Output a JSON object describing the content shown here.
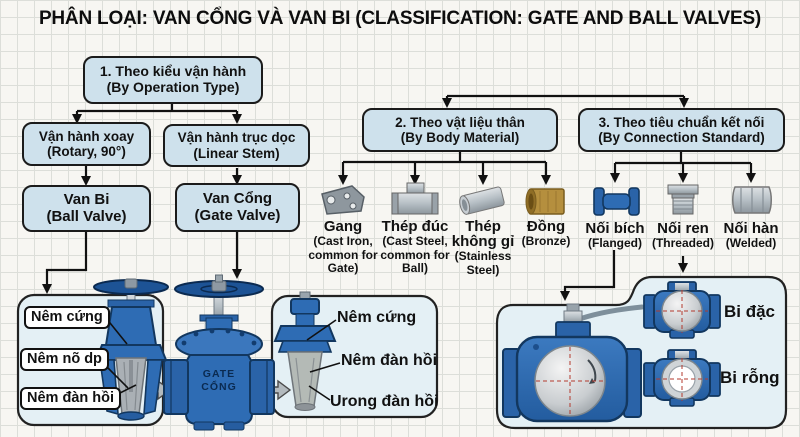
{
  "title": "PHÂN LOẠI: VAN CỔNG VÀ VAN BI (CLASSIFICATION: GATE AND BALL VALVES)",
  "flow": {
    "operation": {
      "vi": "1. Theo kiểu vận hành",
      "en": "(By Operation Type)"
    },
    "rotary": {
      "vi": "Vận hành xoay",
      "en": "(Rotary, 90°)"
    },
    "linear": {
      "vi": "Vận hành trục dọc",
      "en": "(Linear Stem)"
    },
    "ball_valve": {
      "vi": "Van Bi",
      "en": "(Ball Valve)"
    },
    "gate_valve": {
      "vi": "Van Cổng",
      "en": "(Gate Valve)"
    },
    "material": {
      "vi": "2. Theo vật liệu thân",
      "en": "(By Body Material)"
    },
    "connection": {
      "vi": "3. Theo tiêu chuẩn kết nối",
      "en": "(By Connection Standard)"
    }
  },
  "materials": [
    {
      "name": "Gang",
      "desc": "(Cast Iron, common for Gate)",
      "icon": "cast-iron-part-icon"
    },
    {
      "name": "Thép đúc",
      "desc": "(Cast Steel, common for Ball)",
      "icon": "cast-steel-tee-icon"
    },
    {
      "name": "Thép không gỉ",
      "desc": "(Stainless Steel)",
      "icon": "stainless-steel-pipe-icon"
    },
    {
      "name": "Đồng",
      "desc": "(Bronze)",
      "icon": "bronze-bushing-icon"
    }
  ],
  "connections": [
    {
      "name": "Nối bích",
      "desc": "(Flanged)",
      "icon": "flanged-spool-icon"
    },
    {
      "name": "Nối ren",
      "desc": "(Threaded)",
      "icon": "threaded-fitting-icon"
    },
    {
      "name": "Nối hàn",
      "desc": "(Welded)",
      "icon": "welded-fitting-icon"
    }
  ],
  "wedge_panel": {
    "left": [
      "Nêm cứng",
      "Nêm nõ dp",
      "Nêm đàn hồi"
    ],
    "right": [
      "Nêm cứng",
      "Nêm đàn hồi",
      "Urong đàn hồi"
    ]
  },
  "gate_valve_marking": {
    "line1": "GATE",
    "line2": "CỔNG"
  },
  "ball_panel": {
    "solid": "Bi đặc",
    "hollow": "Bi rỗng"
  },
  "colors": {
    "valve_blue": "#2e6cb4",
    "node_fill": "#cee1ec",
    "panel_fill": "#e4f0f5",
    "metal_gray": "#aab2b8",
    "bronze": "#b58f3e",
    "crosshair_red": "#b33a2e"
  }
}
